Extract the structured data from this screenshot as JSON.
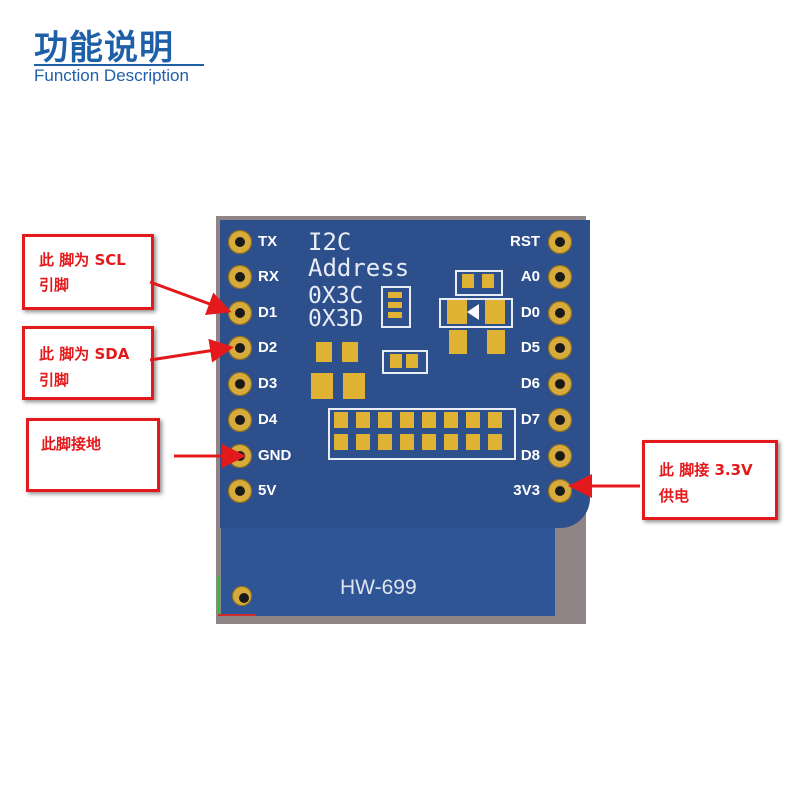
{
  "header": {
    "title": "功能说明",
    "subtitle": "Function Description"
  },
  "board": {
    "i2c_line1": "I2C",
    "i2c_line2": "Address",
    "addr1": "0X3C",
    "addr2": "0X3D",
    "model": "HW-699",
    "left_pins": [
      "TX",
      "RX",
      "D1",
      "D2",
      "D3",
      "D4",
      "GND",
      "5V"
    ],
    "right_pins": [
      "RST",
      "A0",
      "D0",
      "D5",
      "D6",
      "D7",
      "D8",
      "3V3"
    ]
  },
  "callouts": {
    "scl_line1": "此 脚为 SCL",
    "scl_line2": "引脚",
    "sda_line1": "此 脚为 SDA",
    "sda_line2": "引脚",
    "gnd": "此脚接地",
    "v33_line1": "此 脚接 3.3V",
    "v33_line2": "供电"
  },
  "colors": {
    "accent": "#1f5fa8",
    "callout": "#e3191b",
    "pcb": "#2b4d87",
    "pad": "#e0b233"
  }
}
